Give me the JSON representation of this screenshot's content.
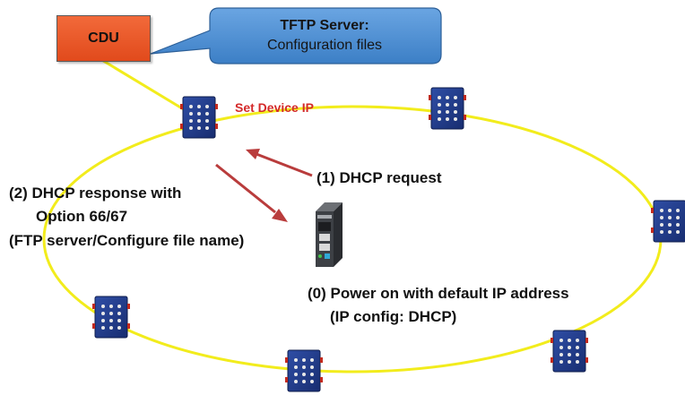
{
  "cdu": {
    "label": "CDU"
  },
  "tftp": {
    "title": "TFTP Server:",
    "subtitle": "Configuration files"
  },
  "set_device_ip": "Set Device IP",
  "step1": "(1) DHCP request",
  "step2": {
    "line1": "(2) DHCP response with",
    "line2": "Option 66/67",
    "line3": "(FTP server/Configure file name)"
  },
  "step0": {
    "line1": "(0) Power on with default IP address",
    "line2": "(IP config: DHCP)"
  },
  "colors": {
    "ring": "#f2ec1c",
    "cdu_fill": "#ec5b2b",
    "callout_fill": "#4f8fd0",
    "arrow": "#b93c3c",
    "set_ip_text": "#d42a2a",
    "device_body": "#233c8c"
  },
  "icons": {
    "edge_device": "keypad-io-module-icon",
    "gateway": "industrial-gateway-icon"
  }
}
